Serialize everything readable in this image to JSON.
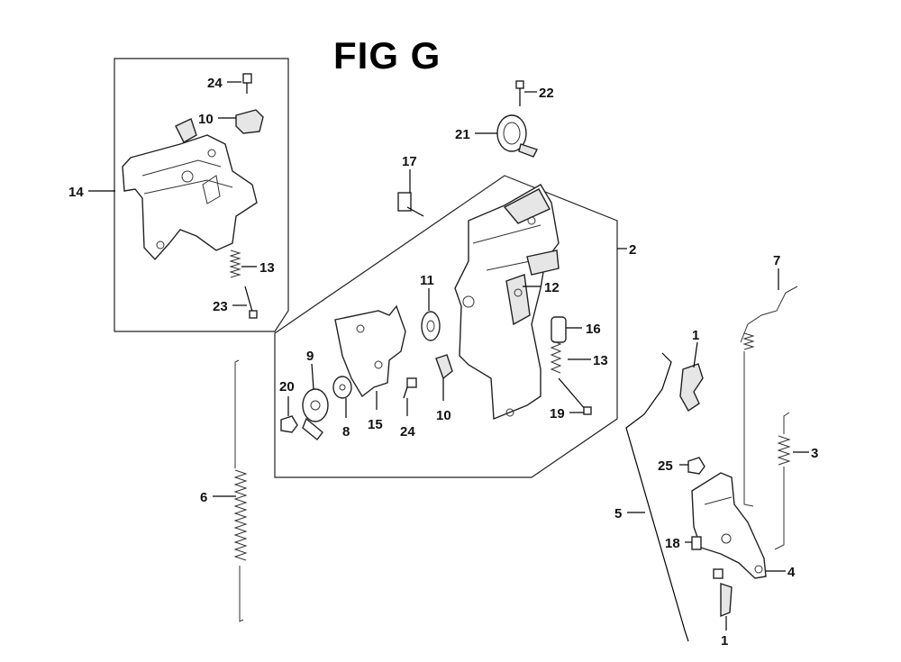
{
  "figure": {
    "title": "FIG G"
  },
  "callouts": {
    "c24a": "24",
    "c10a": "10",
    "c14": "14",
    "c13a": "13",
    "c23": "23",
    "c22": "22",
    "c21": "21",
    "c17": "17",
    "c2": "2",
    "c12": "12",
    "c11": "11",
    "c16": "16",
    "c13b": "13",
    "c19": "19",
    "c9": "9",
    "c20": "20",
    "c8": "8",
    "c15": "15",
    "c24b": "24",
    "c10b": "10",
    "c6": "6",
    "c7": "7",
    "c1a": "1",
    "c3": "3",
    "c25": "25",
    "c5": "5",
    "c18": "18",
    "c4": "4",
    "c1b": "1"
  }
}
